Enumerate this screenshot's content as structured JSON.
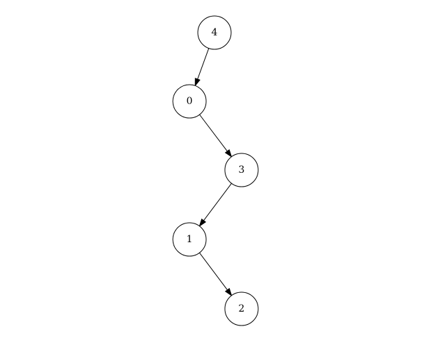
{
  "graph": {
    "nodes": [
      {
        "id": "n4",
        "label": "4"
      },
      {
        "id": "n0",
        "label": "0"
      },
      {
        "id": "n3",
        "label": "3"
      },
      {
        "id": "n1",
        "label": "1"
      },
      {
        "id": "n2",
        "label": "2"
      }
    ],
    "edges": [
      {
        "from": "4",
        "to": "0"
      },
      {
        "from": "0",
        "to": "3"
      },
      {
        "from": "3",
        "to": "1"
      },
      {
        "from": "1",
        "to": "2"
      }
    ]
  }
}
